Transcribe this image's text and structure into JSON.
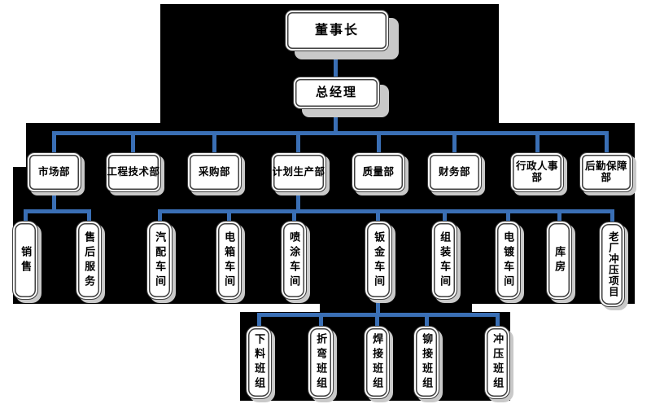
{
  "org": {
    "chairman": "董事长",
    "general_manager": "总经理",
    "departments": [
      "市场部",
      "工程技术部",
      "采购部",
      "计划生产部",
      "质量部",
      "财务部",
      "行政人事部",
      "后勤保障部"
    ],
    "market_children": [
      "销售",
      "售后服务"
    ],
    "production_children": [
      "汽配车间",
      "电箱车间",
      "喷涂车间",
      "钣金车间",
      "组装车间",
      "电镀车间",
      "库房",
      "老厂冲压项目"
    ],
    "sheet_metal_children": [
      "下料班组",
      "折弯班组",
      "焊接班组",
      "铆接班组",
      "冲压班组"
    ]
  },
  "colors": {
    "connector_blue": "#3a6fb5",
    "panel_black": "#000000",
    "box_fill": "#ffffff",
    "box_border": "#3f3f3f",
    "shadow_gray": "#c9c9c9"
  }
}
